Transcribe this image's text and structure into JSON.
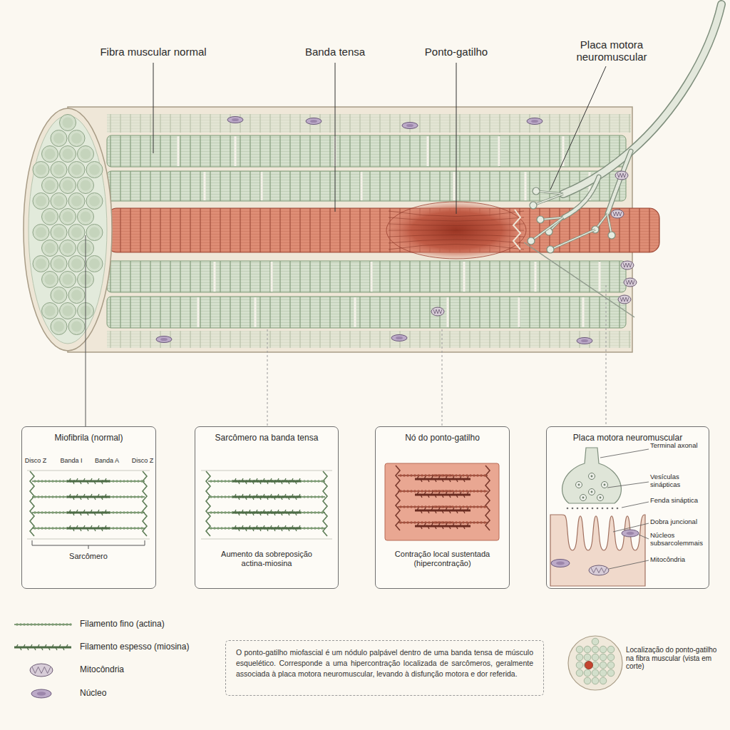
{
  "diagram": {
    "caption": "O ponto-gatilho miofascial é um nódulo palpável dentro de uma banda tensa de músculo esquelético. Corresponde a uma hipercontração localizada de sarcômeros, geralmente associada à placa motora neuromuscular, levando à disfunção motora e dor referida.",
    "nodes": [
      {
        "text": [
          "Miofibrila (normal)"
        ]
      },
      {
        "text": [
          "Sarcômero na banda tensa",
          "Aumento da sobreposição actina-miosina"
        ]
      },
      {
        "text": [
          "Nó do ponto-gatilho",
          "Contração local sustentada (hipercontração)"
        ]
      },
      {
        "text": [
          "Placa motora neuromuscular"
        ]
      }
    ],
    "labels": [
      "Fibra muscular normal",
      "Banda tensa",
      "Ponto-gatilho",
      "Placa motora neuromuscular",
      "Disco Z",
      "Banda I",
      "Banda A",
      "Disco Z",
      "Sarcômero",
      "Terminal axonal",
      "Vesículas sinápticas",
      "Fenda sináptica",
      "Dobra juncional",
      "Núcleos subsarcolemmais",
      "Mitocôndria",
      "Localização do ponto-gatilho na fibra muscular (vista em corte)"
    ],
    "legend": [
      {
        "text": "Filamento fino (actina)"
      },
      {
        "text": "Filamento espesso (miosina)"
      },
      {
        "text": "Mitocôndria"
      },
      {
        "text": "Núcleo"
      }
    ]
  }
}
